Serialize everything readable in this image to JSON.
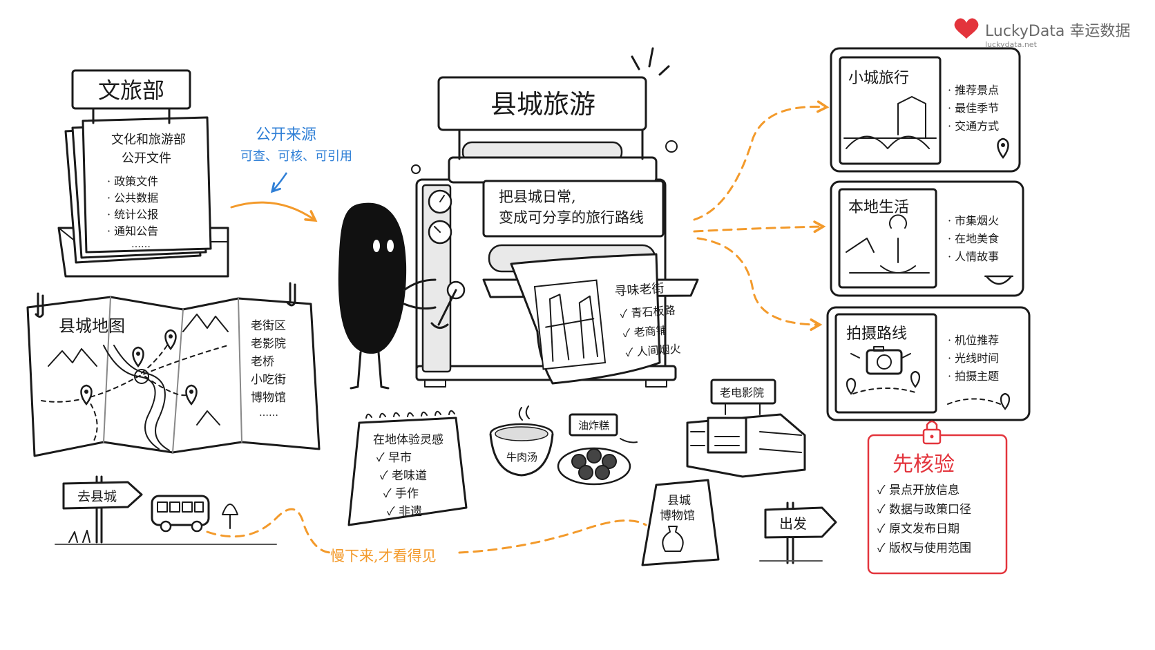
{
  "brand": {
    "name": "LuckyData 幸运数据",
    "url": "luckydata.net",
    "color": "#e3343c"
  },
  "ministry": {
    "sign": "文旅部",
    "doc_title_1": "文化和旅游部",
    "doc_title_2": "公开文件",
    "items": [
      "· 政策文件",
      "· 公共数据",
      "· 统计公报",
      "· 通知公告"
    ],
    "more": "……"
  },
  "source_note": {
    "title": "公开来源",
    "subtitle": "可查、可核、可引用",
    "color": "#2f7fd6"
  },
  "county_map": {
    "title": "县城地图",
    "places": [
      "老街区",
      "老影院",
      "老桥",
      "小吃街",
      "博物馆"
    ],
    "more": "……"
  },
  "machine": {
    "sign": "县城旅游",
    "slogan_1": "把县城日常,",
    "slogan_2": "变成可分享的旅行路线"
  },
  "printout": {
    "title": "寻味老街",
    "items": [
      "✓ 青石板路",
      "✓ 老商铺",
      "✓ 人间烟火"
    ]
  },
  "cards": [
    {
      "title": "小城旅行",
      "items": [
        "· 推荐景点",
        "· 最佳季节",
        "· 交通方式"
      ],
      "icon": "location-pin-icon"
    },
    {
      "title": "本地生活",
      "items": [
        "· 市集烟火",
        "· 在地美食",
        "· 人情故事"
      ],
      "icon": "food-bowl-icon"
    },
    {
      "title": "拍摄路线",
      "items": [
        "· 机位推荐",
        "· 光线时间",
        "· 拍摄主题"
      ],
      "icon": "camera-icon"
    }
  ],
  "verify": {
    "title": "先核验",
    "items": [
      "✓ 景点开放信息",
      "✓ 数据与政策口径",
      "✓ 原文发布日期",
      "✓ 版权与使用范围"
    ],
    "color": "#e3343c"
  },
  "calendar": {
    "title": "在地体验灵感",
    "items": [
      "✓ 早市",
      "✓ 老味道",
      "✓ 手作",
      "✓ 非遗"
    ]
  },
  "food": {
    "soup": "牛肉汤",
    "cake": "油炸糕"
  },
  "cinema": {
    "sign": "老电影院"
  },
  "museum": {
    "line1": "县城",
    "line2": "博物馆"
  },
  "signposts": {
    "left": "去县城",
    "right": "出发"
  },
  "motto": {
    "text": "慢下来,才看得见",
    "color": "#f39a2b"
  }
}
